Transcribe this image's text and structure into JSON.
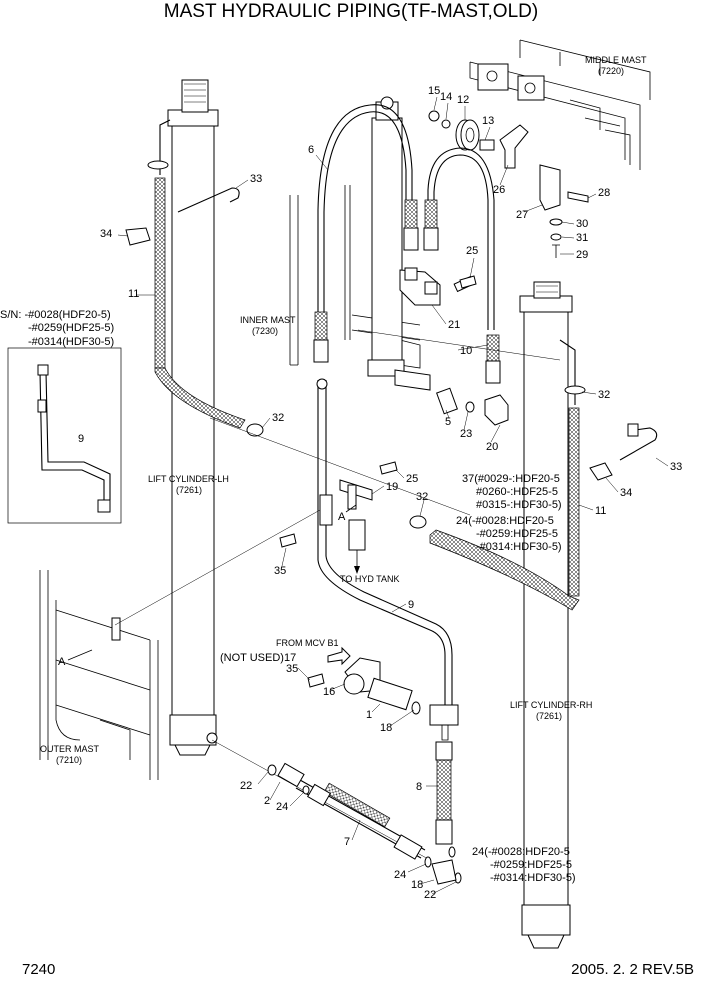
{
  "title": "MAST HYDRAULIC PIPING(TF-MAST,OLD)",
  "page_number": "7240",
  "revision": "2005. 2. 2  REV.5B",
  "assembly_labels": {
    "middle_mast": "MIDDLE MAST",
    "middle_mast_code": "(7220)",
    "inner_mast": "INNER MAST",
    "inner_mast_code": "(7230)",
    "outer_mast": "OUTER MAST",
    "outer_mast_code": "(7210)",
    "lift_cyl_lh": "LIFT CYLINDER-LH",
    "lift_cyl_lh_code": "(7261)",
    "lift_cyl_rh": "LIFT CYLINDER-RH",
    "lift_cyl_rh_code": "(7261)",
    "to_hyd_tank": "TO HYD TANK",
    "from_mcv": "FROM MCV B1",
    "not_used": "(NOT USED)17"
  },
  "sn_note": {
    "line1": "S/N: -#0028(HDF20-5)",
    "line2": "-#0259(HDF25-5)",
    "line3": "-#0314(HDF30-5)"
  },
  "note_37": {
    "line1": "37(#0029-:HDF20-5",
    "line2": "#0260-:HDF25-5",
    "line3": "#0315-:HDF30-5)"
  },
  "note_24_upper": {
    "line1": "24(-#0028:HDF20-5",
    "line2": "-#0259:HDF25-5",
    "line3": "-#0314:HDF30-5)"
  },
  "note_24_lower": {
    "line1": "24(-#0028:HDF20-5",
    "line2": "-#0259:HDF25-5",
    "line3": "-#0314:HDF30-5)"
  },
  "view_marker": "A",
  "callouts": {
    "c1": "1",
    "c2": "2",
    "c5": "5",
    "c6": "6",
    "c7": "7",
    "c8": "8",
    "c9a": "9",
    "c9b": "9",
    "c10": "10",
    "c11a": "11",
    "c11b": "11",
    "c12": "12",
    "c13": "13",
    "c14": "14",
    "c15": "15",
    "c16": "16",
    "c18a": "18",
    "c18b": "18",
    "c19": "19",
    "c20": "20",
    "c21": "21",
    "c22a": "22",
    "c22b": "22",
    "c23": "23",
    "c24a": "24",
    "c24b": "24",
    "c25a": "25",
    "c25b": "25",
    "c26": "26",
    "c27": "27",
    "c28": "28",
    "c29": "29",
    "c30": "30",
    "c31": "31",
    "c32a": "32",
    "c32b": "32",
    "c32c": "32",
    "c33a": "33",
    "c33b": "33",
    "c34a": "34",
    "c34b": "34",
    "c35a": "35",
    "c35b": "35"
  }
}
